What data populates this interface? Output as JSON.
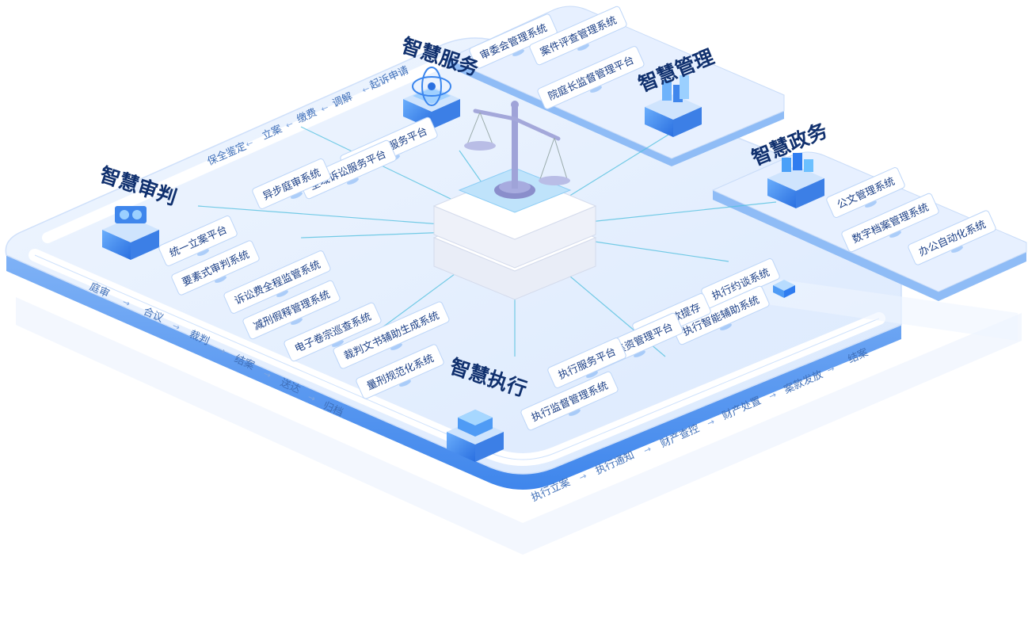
{
  "sections": {
    "service": "智慧服务",
    "management": "智慧管理",
    "government": "智慧政务",
    "trial": "智慧审判",
    "execution": "智慧执行"
  },
  "management_systems": [
    "审委会管理系统",
    "案件评查管理系统",
    "院庭长监督管理平台"
  ],
  "service_systems": [
    "在线诉讼服务平台",
    "全域诉讼服务平台",
    "异步庭审系统"
  ],
  "government_systems": [
    "公文管理系统",
    "数字档案管理系统",
    "办公自动化系统"
  ],
  "trial_systems": [
    "统一立案平台",
    "要素式审判系统",
    "诉讼费全程监管系统",
    "减刑假释管理系统",
    "电子卷宗巡查系统",
    "裁判文书辅助生成系统",
    "量刑规范化系统"
  ],
  "execution_systems": [
    "执行约谈系统",
    "执行智能辅助系统",
    "法院案款提存",
    "非法集资管理平台",
    "执行服务平台",
    "执行监督管理系统"
  ],
  "flow_service": [
    "起诉申请",
    "调解",
    "缴费",
    "立案",
    "保全鉴定"
  ],
  "flow_trial": [
    "庭审",
    "合议",
    "裁判",
    "结案",
    "送达",
    "归档"
  ],
  "flow_execution": [
    "执行立案",
    "执行通知",
    "财产查控",
    "财产处置",
    "案款发放",
    "结案"
  ],
  "colors": {
    "primary": "#2f7cf0",
    "dark_text": "#10306e",
    "platform": "#e3efff",
    "box_border": "#bcd5f8"
  }
}
